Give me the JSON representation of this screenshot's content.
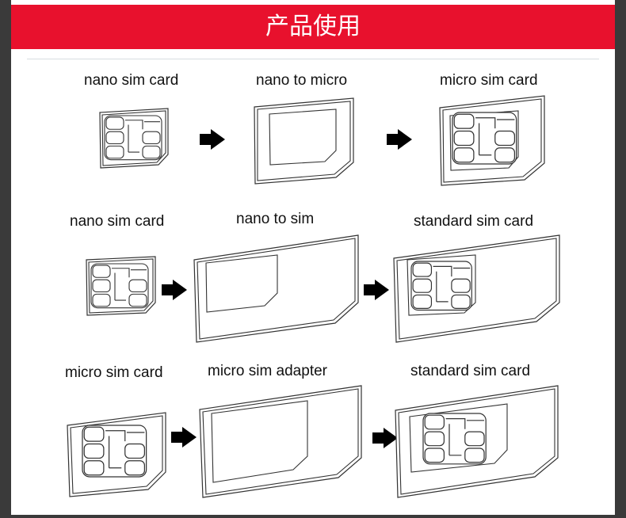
{
  "header": {
    "title": "产品使用"
  },
  "rows": [
    {
      "labels": [
        "nano sim card",
        "nano to micro",
        "micro sim card"
      ]
    },
    {
      "labels": [
        "nano sim card",
        "nano to sim",
        "standard sim card"
      ]
    },
    {
      "labels": [
        "micro sim card",
        "micro sim adapter",
        "standard sim card"
      ]
    }
  ],
  "colors": {
    "header_bg": "#e8112d",
    "background": "#ffffff",
    "frame": "#3a3a3a"
  },
  "icons": [
    "sim-chip-icon",
    "right-arrow-icon",
    "sim-adapter-icon"
  ]
}
